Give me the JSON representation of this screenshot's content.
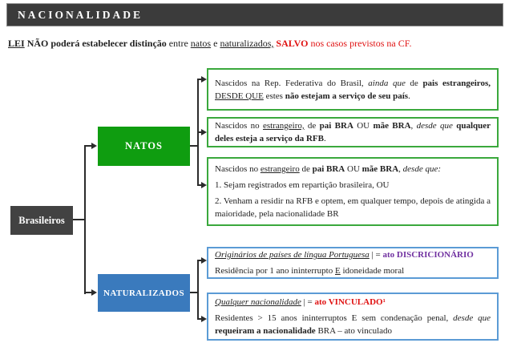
{
  "title": "NACIONALIDADE",
  "colors": {
    "titlebar_bg": "#3b3b3b",
    "root_bg": "#424242",
    "natos_green": "#0f9d10",
    "naturalizados_blue": "#3a7abd",
    "green_border": "#3aa83c",
    "blue_border": "#5b9bd5",
    "red": "#e01212",
    "purple": "#7030a0"
  },
  "intro": {
    "segments": [
      {
        "t": "LEI",
        "b": true,
        "u": true
      },
      {
        "t": " NÃO poderá estabelecer distinção",
        "b": true
      },
      {
        "t": " entre "
      },
      {
        "t": "natos",
        "u": true
      },
      {
        "t": " e "
      },
      {
        "t": "naturalizados,",
        "u": true
      },
      {
        "t": " "
      },
      {
        "t": "SALVO",
        "b": true,
        "c": "#e01212"
      },
      {
        "t": " nos casos previstos na CF.",
        "c": "#e01212"
      }
    ]
  },
  "tree": {
    "root_label": "Brasileiros",
    "natos_label": "NATOS",
    "naturalizados_label": "NATURALIZADOS"
  },
  "natos_boxes": [
    {
      "lines": [
        [
          {
            "t": "Nascidos na Rep. Federativa do Brasil, "
          },
          {
            "t": "ainda que",
            "i": true
          },
          {
            "t": " de "
          },
          {
            "t": "pais estrangeiros,",
            "b": true
          },
          {
            "t": " "
          },
          {
            "t": "DESDE QUE",
            "u": true
          },
          {
            "t": " estes "
          },
          {
            "t": "não estejam a serviço de seu país",
            "b": true
          },
          {
            "t": "."
          }
        ]
      ]
    },
    {
      "lines": [
        [
          {
            "t": "Nascidos no "
          },
          {
            "t": "estrangeiro,",
            "u": true
          },
          {
            "t": " de "
          },
          {
            "t": "pai BRA",
            "b": true
          },
          {
            "t": " OU "
          },
          {
            "t": "mãe BRA",
            "b": true
          },
          {
            "t": ", "
          },
          {
            "t": "desde que",
            "i": true
          },
          {
            "t": " "
          },
          {
            "t": "qualquer deles esteja a serviço da RFB",
            "b": true
          },
          {
            "t": "."
          }
        ]
      ]
    },
    {
      "lines": [
        [
          {
            "t": "Nascidos no "
          },
          {
            "t": "estrangeiro",
            "u": true
          },
          {
            "t": " de "
          },
          {
            "t": "pai BRA",
            "b": true
          },
          {
            "t": " OU "
          },
          {
            "t": "mãe BRA",
            "b": true
          },
          {
            "t": ", "
          },
          {
            "t": "desde que:",
            "i": true
          }
        ],
        [
          {
            "t": "1. Sejam registrados em repartição brasileira, OU"
          }
        ],
        [
          {
            "t": "2. Venham a residir na RFB e optem, em qualquer tempo, depois de atingida a maioridade, pela nacionalidade BR"
          }
        ]
      ]
    }
  ],
  "naturalizados_boxes": [
    {
      "lines": [
        [
          {
            "t": "Originários de países de língua Portuguesa",
            "i": true,
            "u": true
          },
          {
            "t": " | = "
          },
          {
            "t": "ato DISCRICIONÁRIO",
            "b": true,
            "c": "#7030a0"
          }
        ],
        [
          {
            "t": "Residência por 1 ano ininterrupto "
          },
          {
            "t": "E",
            "u": true
          },
          {
            "t": " idoneidade moral"
          }
        ]
      ]
    },
    {
      "lines": [
        [
          {
            "t": "Qualquer nacionalidade",
            "i": true,
            "u": true
          },
          {
            "t": " | = "
          },
          {
            "t": "ato VINCULADO¹",
            "b": true,
            "c": "#e01212"
          }
        ],
        [
          {
            "t": "Residentes > 15 anos ininterruptos E sem condenação penal, "
          },
          {
            "t": "desde que",
            "i": true
          },
          {
            "t": " "
          },
          {
            "t": "requeiram a nacionalidade",
            "b": true
          },
          {
            "t": " BRA – ato vinculado"
          }
        ]
      ]
    }
  ]
}
